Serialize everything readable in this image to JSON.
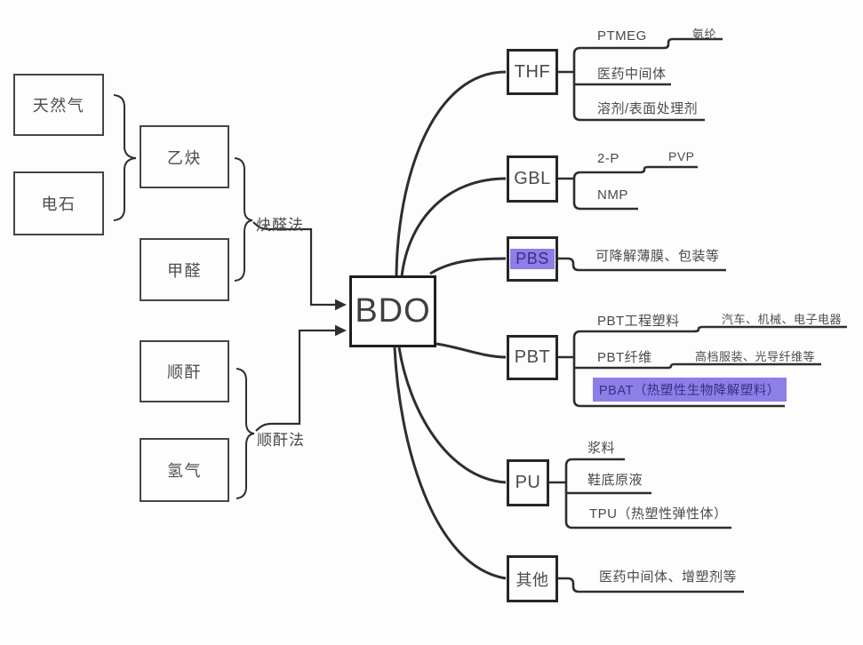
{
  "center_node": "BDO",
  "sources": {
    "natural_gas": "天然气",
    "calcium_carbide": "电石",
    "acetylene": "乙炔",
    "formaldehyde": "甲醛",
    "maleic_anhydride": "顺酐",
    "hydrogen": "氢气"
  },
  "processes": {
    "alkyne_aldehyde": "炔醛法",
    "maleic_anhydride_route": "顺酐法"
  },
  "derivatives": {
    "thf": {
      "label": "THF",
      "branches": [
        {
          "label": "PTMEG",
          "sub": "氨纶"
        },
        {
          "label": "医药中间体"
        },
        {
          "label": "溶剂/表面处理剂"
        }
      ]
    },
    "gbl": {
      "label": "GBL",
      "branches": [
        {
          "label": "2-P",
          "sub": "PVP"
        },
        {
          "label": "NMP"
        }
      ]
    },
    "pbs": {
      "label": "PBS",
      "highlighted": true,
      "branches": [
        {
          "label": "可降解薄膜、包装等"
        }
      ]
    },
    "pbt": {
      "label": "PBT",
      "branches": [
        {
          "label": "PBT工程塑料",
          "sub": "汽车、机械、电子电器"
        },
        {
          "label": "PBT纤维",
          "sub": "高档服装、光导纤维等"
        },
        {
          "label": "PBAT（热塑性生物降解塑料）",
          "highlighted": true
        }
      ]
    },
    "pu": {
      "label": "PU",
      "branches": [
        {
          "label": "浆料"
        },
        {
          "label": "鞋底原液"
        },
        {
          "label": "TPU（热塑性弹性体）"
        }
      ]
    },
    "others": {
      "label": "其他",
      "branches": [
        {
          "label": "医药中间体、增塑剂等"
        }
      ]
    }
  },
  "colors": {
    "line": "#2e2e2e",
    "box_border": "#262626",
    "source_border": "#454545",
    "text": "#464646",
    "highlight_bg": "#8d7ee8",
    "highlight_text": "#3a3080"
  }
}
